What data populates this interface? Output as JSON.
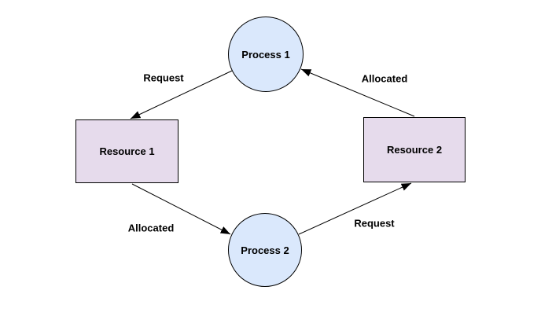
{
  "diagram": {
    "background": "#ffffff",
    "edge_color": "#000000",
    "text_color": "#000000",
    "nodes": [
      {
        "id": "process1",
        "label": "Process 1",
        "shape": "circle",
        "fill": "#dae8fc",
        "stroke": "#000000"
      },
      {
        "id": "resource1",
        "label": "Resource 1",
        "shape": "rectangle",
        "fill": "#e6dbec",
        "stroke": "#000000"
      },
      {
        "id": "process2",
        "label": "Process 2",
        "shape": "circle",
        "fill": "#dae8fc",
        "stroke": "#000000"
      },
      {
        "id": "resource2",
        "label": "Resource 2",
        "shape": "rectangle",
        "fill": "#e6dbec",
        "stroke": "#000000"
      }
    ],
    "edges": [
      {
        "from": "Process 1",
        "to": "Resource 1",
        "label": "Request"
      },
      {
        "from": "Resource 1",
        "to": "Process 2",
        "label": "Allocated"
      },
      {
        "from": "Process 2",
        "to": "Resource 2",
        "label": "Request"
      },
      {
        "from": "Resource 2",
        "to": "Process 1",
        "label": "Allocated"
      }
    ]
  }
}
